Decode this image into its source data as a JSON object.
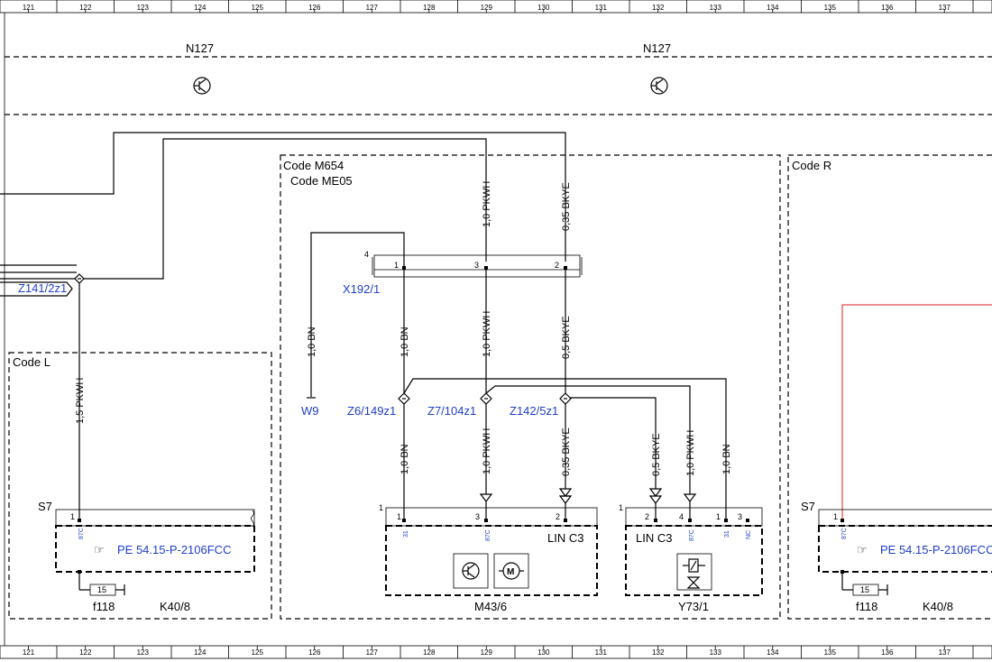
{
  "ruler": {
    "columns": [
      "121",
      "122",
      "123",
      "124",
      "125",
      "126",
      "127",
      "128",
      "129",
      "130",
      "131",
      "132",
      "133",
      "134",
      "135",
      "136",
      "137"
    ]
  },
  "top_blocks": [
    {
      "label": "N127"
    },
    {
      "label": "N127"
    }
  ],
  "code_boxes": {
    "m654": "Code M654",
    "me05": "Code ME05",
    "r": "Code R",
    "l": "Code L"
  },
  "connectors": {
    "x192": "X192/1",
    "x192_pin_count": "4",
    "x192_pins": [
      "1",
      "3",
      "2"
    ],
    "z141": "Z141/2z1",
    "w9": "W9",
    "z6": "Z6/149z1",
    "z7": "Z7/104z1",
    "z142": "Z142/5z1"
  },
  "wires": {
    "w_top_1": "1,0 PKWH",
    "w_top_2": "0,35 BKYE",
    "w_left": "1,5 PKWH",
    "w_w9": "1,0 BN",
    "w_mid_1": "1,0 BN",
    "w_mid_2": "1,0 PKWH",
    "w_mid_3": "0,5 BKYE",
    "w_low_1": "1,0 BN",
    "w_low_2": "1,0 PKWH",
    "w_low_3": "0,35 BKYE",
    "w_y73_1": "0,5 BKYE",
    "w_y73_2": "1,0 PKWH",
    "w_y73_3": "1,0 BN"
  },
  "components": {
    "left_s7": "S7",
    "left_pin": "1",
    "left_pin_code": "87C",
    "left_ref": "PE 54.15-P-2106FCC",
    "left_fuse_pin": "15",
    "left_fuse": "f118",
    "left_k40": "K40/8",
    "m43_connector_num": "1",
    "m43_pins": [
      "1",
      "3",
      "2"
    ],
    "m43_pin_codes": [
      "31",
      "87C"
    ],
    "m43_lin": "LIN C3",
    "m43": "M43/6",
    "y73_connector_num": "1",
    "y73_pins": [
      "2",
      "4",
      "1",
      "3"
    ],
    "y73_pin_codes": [
      "87C",
      "31",
      "NC"
    ],
    "y73_lin": "LIN C3",
    "y73": "Y73/1",
    "right_s7": "S7",
    "right_pin": "1",
    "right_pin_code": "87C",
    "right_ref": "PE 54.15-P-2106FCC",
    "right_fuse_pin": "15",
    "right_fuse": "f118",
    "right_k40": "K40/8"
  }
}
